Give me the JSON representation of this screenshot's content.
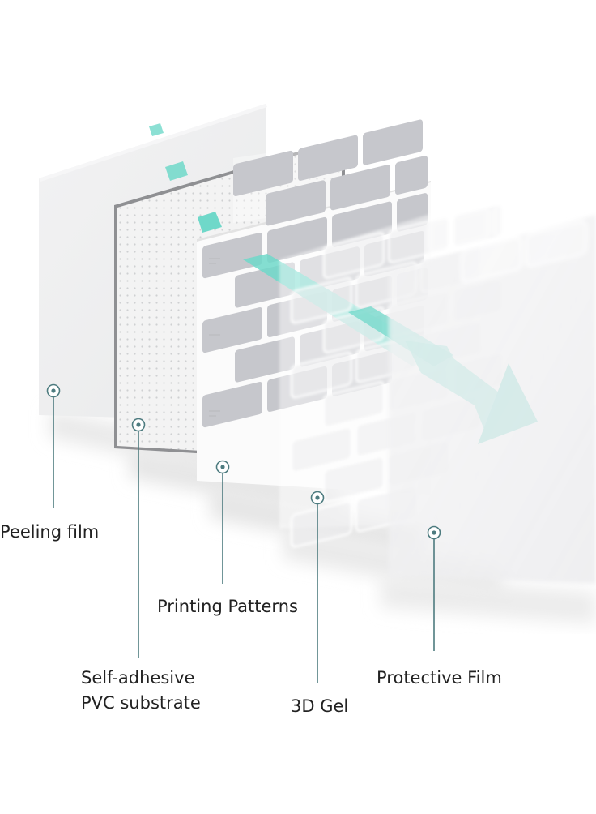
{
  "layers": [
    {
      "id": "peeling",
      "label_lines": [
        "Peeling film"
      ]
    },
    {
      "id": "pvc",
      "label_lines": [
        "Self-adhesive",
        "PVC substrate"
      ]
    },
    {
      "id": "print",
      "label_lines": [
        "Printing Patterns"
      ]
    },
    {
      "id": "gel",
      "label_lines": [
        "3D Gel"
      ]
    },
    {
      "id": "protective",
      "label_lines": [
        "Protective Film"
      ]
    }
  ],
  "colors": {
    "accent": "#6fd8c9",
    "leader": "#4d7b7f",
    "tile": "#c6c7cc",
    "text": "#222222"
  }
}
